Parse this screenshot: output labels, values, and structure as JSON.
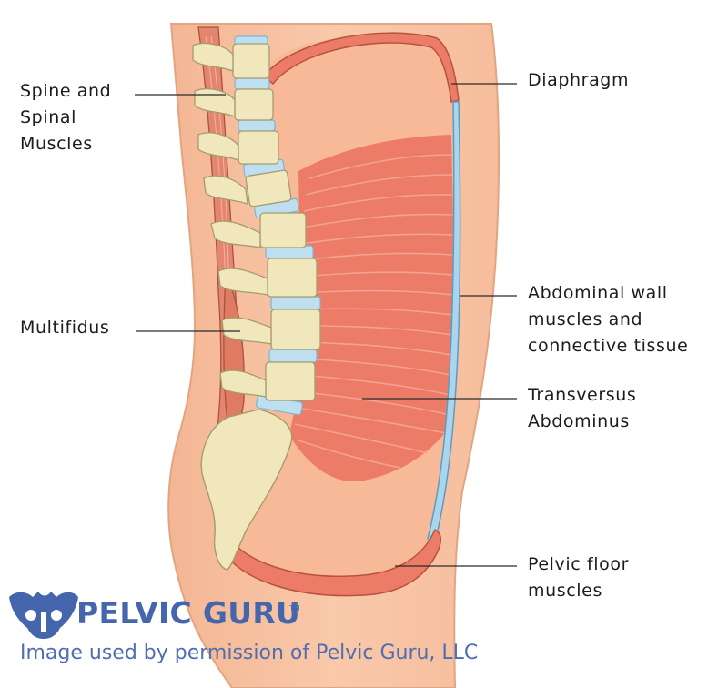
{
  "labels": {
    "spine": "Spine and\nSpinal\nMuscles",
    "multifidus": "Multifidus",
    "diaphragm": "Diaphragm",
    "abdominal_wall": "Abdominal wall\nmuscles and\nconnective tissue",
    "transversus": "Transversus\nAbdominus",
    "pelvic_floor": "Pelvic floor\nmuscles"
  },
  "brand": {
    "name": "PELVIC GURU",
    "trademark": "TM",
    "logo_icon": "pelvis-icon"
  },
  "credit": "Image used by permission of Pelvic Guru, LLC",
  "colors": {
    "skin": "#f8c5a5",
    "skin_outline": "#e0a07d",
    "cavity": "#f6b896",
    "muscle": "#ec7a66",
    "muscle_line": "#f3a594",
    "bone": "#f1e8be",
    "bone_outline": "#a9a072",
    "disc": "#b9dcef",
    "wall": "#a6d4eb",
    "brand": "#4565ad"
  }
}
